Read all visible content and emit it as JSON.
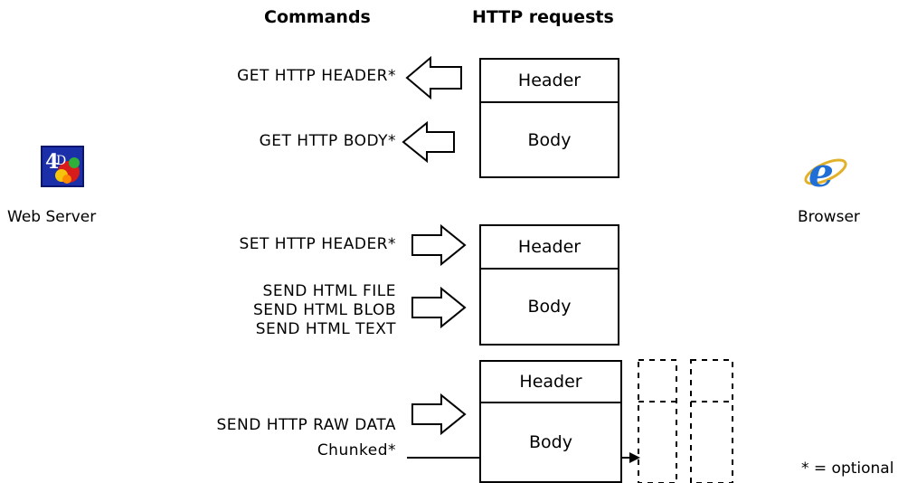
{
  "columns": {
    "commands": "Commands",
    "http_requests": "HTTP requests"
  },
  "left_icon": {
    "label": "Web Server",
    "icon": "4d-web-server-icon"
  },
  "right_icon": {
    "label": "Browser",
    "icon": "internet-explorer-icon"
  },
  "groups": [
    {
      "commands": [
        "GET HTTP HEADER*",
        "GET HTTP BODY*"
      ],
      "direction": "left",
      "header_label": "Header",
      "body_label": "Body"
    },
    {
      "commands": [
        "SET HTTP HEADER*",
        "SEND HTML FILE",
        "SEND HTML BLOB",
        "SEND HTML TEXT"
      ],
      "direction": "right",
      "header_label": "Header",
      "body_label": "Body"
    },
    {
      "commands": [
        "SEND HTTP RAW DATA",
        "Chunked*"
      ],
      "direction": "right",
      "header_label": "Header",
      "body_label": "Body"
    }
  ],
  "footnote": "* = optional"
}
